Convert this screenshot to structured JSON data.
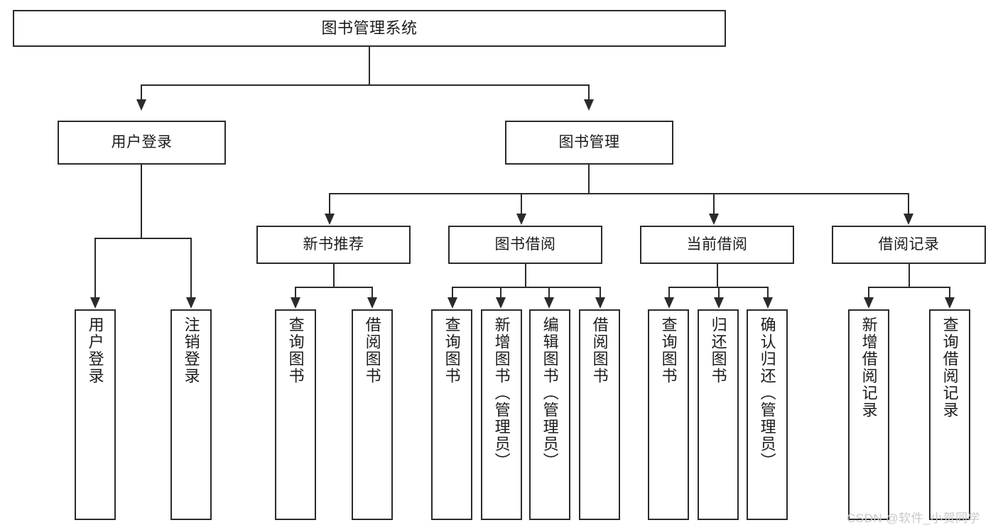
{
  "diagram": {
    "type": "tree-hierarchy",
    "title": "图书管理系统",
    "root": {
      "label": "图书管理系统"
    },
    "level2": [
      {
        "label": "用户登录"
      },
      {
        "label": "图书管理"
      }
    ],
    "level3": [
      {
        "label": "新书推荐"
      },
      {
        "label": "图书借阅"
      },
      {
        "label": "当前借阅"
      },
      {
        "label": "借阅记录"
      }
    ],
    "leaves": {
      "user_login": [
        {
          "label": "用户登录"
        },
        {
          "label": "注销登录"
        }
      ],
      "new_book_recommend": [
        {
          "label": "查询图书"
        },
        {
          "label": "借阅图书"
        }
      ],
      "book_borrow": [
        {
          "label": "查询图书"
        },
        {
          "label": "新增图书（管理员）"
        },
        {
          "label": "编辑图书（管理员）"
        },
        {
          "label": "借阅图书"
        }
      ],
      "current_borrow": [
        {
          "label": "查询图书"
        },
        {
          "label": "归还图书"
        },
        {
          "label": "确认归还（管理员）"
        }
      ],
      "borrow_record": [
        {
          "label": "新增借阅记录"
        },
        {
          "label": "查询借阅记录"
        }
      ]
    }
  },
  "watermark": {
    "text": "CSDN @软件_小贺同学"
  },
  "colors": {
    "stroke": "#2b2b2b",
    "background": "#ffffff",
    "text": "#1c1c1c",
    "watermark": "#c9c9c9"
  }
}
